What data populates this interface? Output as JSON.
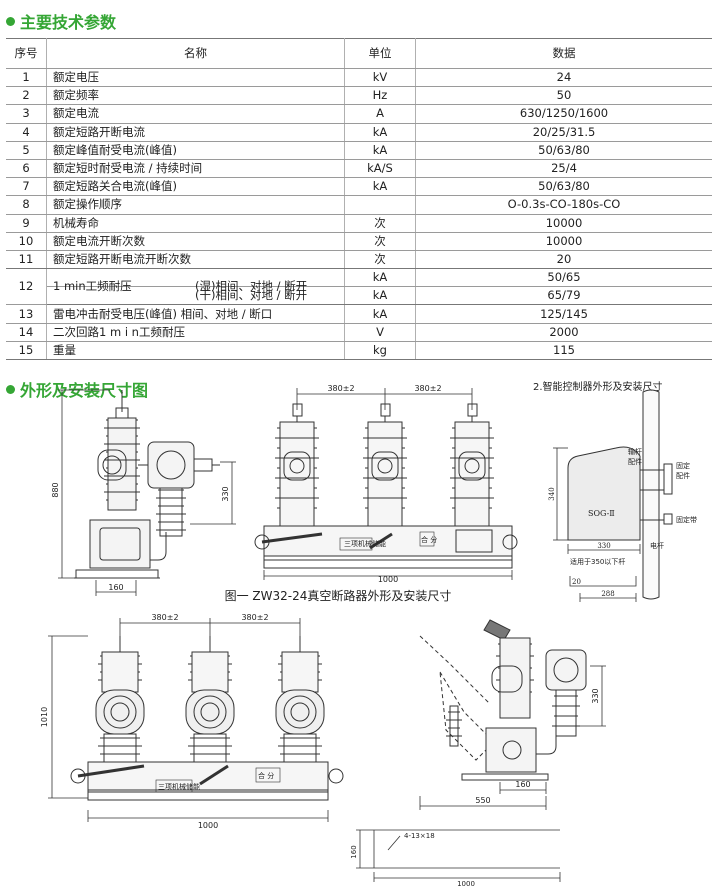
{
  "section1": {
    "title": "主要技术参数"
  },
  "table": {
    "headers": [
      "序号",
      "名称",
      "单位",
      "数据"
    ],
    "rows": [
      {
        "no": "1",
        "name": "额定电压",
        "unit": "kV",
        "value": "24"
      },
      {
        "no": "2",
        "name": "额定频率",
        "unit": "Hz",
        "value": "50"
      },
      {
        "no": "3",
        "name": "额定电流",
        "unit": "A",
        "value": "630/1250/1600"
      },
      {
        "no": "4",
        "name": "额定短路开断电流",
        "unit": "kA",
        "value": "20/25/31.5"
      },
      {
        "no": "5",
        "name": "额定峰值耐受电流(峰值)",
        "unit": "kA",
        "value": "50/63/80"
      },
      {
        "no": "6",
        "name": "额定短时耐受电流 / 持续时间",
        "unit": "kA/S",
        "value": "25/4"
      },
      {
        "no": "7",
        "name": "额定短路关合电流(峰值)",
        "unit": "kA",
        "value": "50/63/80"
      },
      {
        "no": "8",
        "name": "额定操作顺序",
        "unit": "",
        "value": "O-0.3s-CO-180s-CO"
      },
      {
        "no": "9",
        "name": "机械寿命",
        "unit": "次",
        "value": "10000"
      },
      {
        "no": "10",
        "name": "额定电流开断次数",
        "unit": "次",
        "value": "10000"
      },
      {
        "no": "11",
        "name": "额定短路开断电流开断次数",
        "unit": "次",
        "value": "20"
      }
    ],
    "row12": {
      "no": "12",
      "name": "1 min工频耐压",
      "sub1": "(湿)相间、对地 / 断开",
      "unit1": "kA",
      "value1": "50/65",
      "sub2": "(干)相间、对地 / 断开",
      "unit2": "kA",
      "value2": "65/79"
    },
    "rows_tail": [
      {
        "no": "13",
        "name": "雷电冲击耐受电压(峰值)   相间、对地 / 断口",
        "unit": "kA",
        "value": "125/145"
      },
      {
        "no": "14",
        "name": "二次回路1 m i n工频耐压",
        "unit": "V",
        "value": "2000"
      },
      {
        "no": "15",
        "name": "重量",
        "unit": "kg",
        "value": "115"
      }
    ]
  },
  "section2": {
    "title": "外形及安装尺寸图"
  },
  "figure": {
    "caption": "图一  ZW32-24真空断路器外形及安装尺寸",
    "controller_title": "2.智能控制器外形及安装尺寸",
    "dims": {
      "d880": "880",
      "d330": "330",
      "d160": "160",
      "d380": "380±2",
      "d1000": "1000",
      "d550": "550",
      "d340": "340",
      "d288": "288",
      "d20": "20",
      "d4_13x18": "4-13×18",
      "d1010": "1010"
    },
    "controller": {
      "label": "SOG-Ⅱ",
      "mount_note": "适用于350以下杆",
      "note_a": "输杆",
      "note_b": "配件",
      "note_c": "固定",
      "note_d": "配件",
      "note_e": "固定带",
      "note_f": "电杆"
    },
    "plates": {
      "left": "三项机械储能",
      "warn": "合 分"
    }
  },
  "colors": {
    "accent": "#35a635",
    "line": "#333333"
  }
}
